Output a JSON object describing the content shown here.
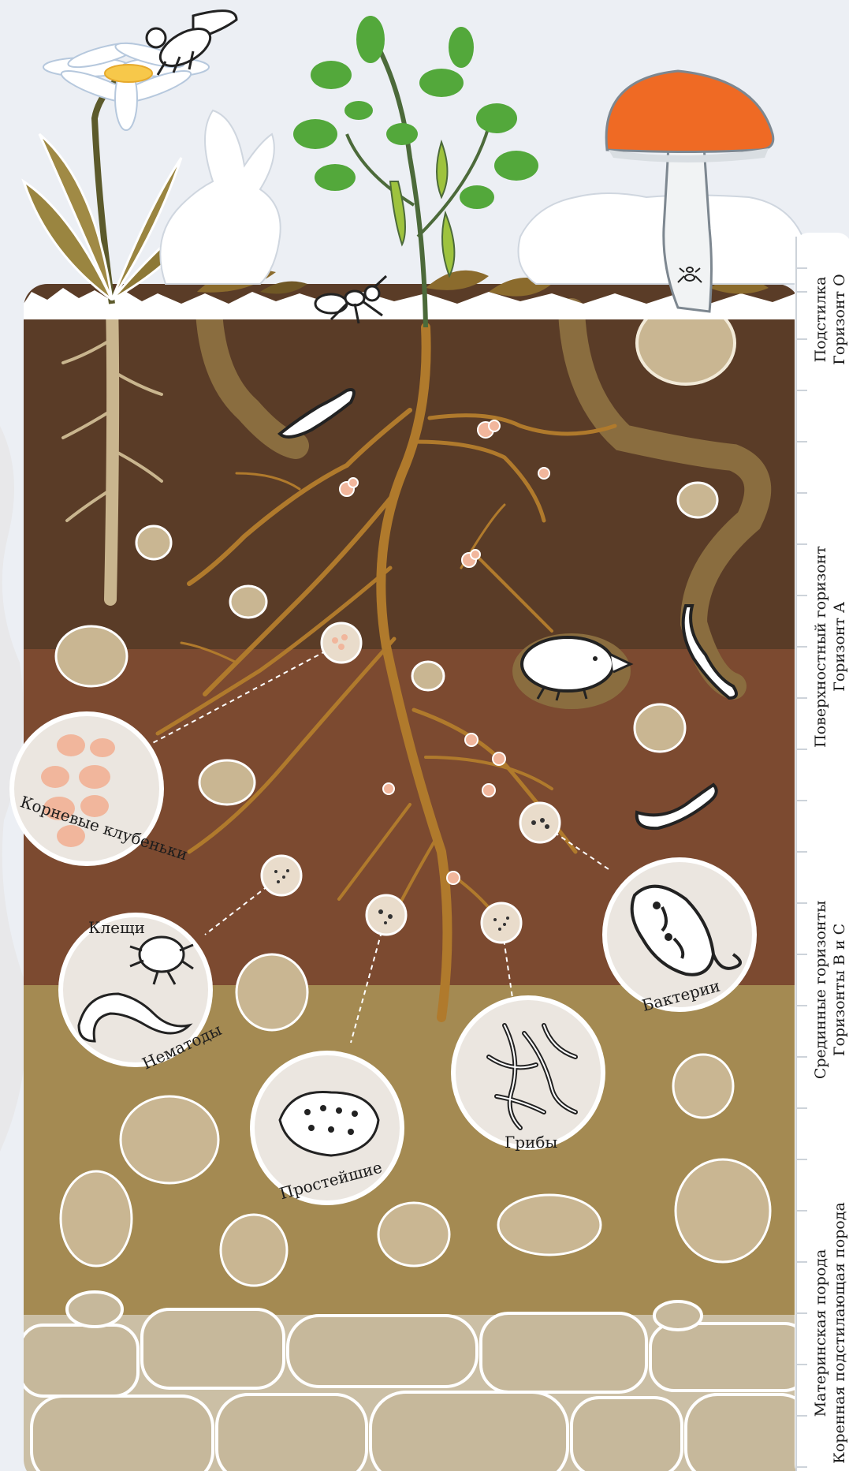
{
  "horizons": [
    {
      "line1": "Подстилка",
      "line2": "Горизонт O"
    },
    {
      "line1": "Поверхностный горизонт",
      "line2": "Горизонт A"
    },
    {
      "line1": "Срединные горизонты",
      "line2": "Горизонты B и C"
    },
    {
      "line1": "Материнская порода",
      "line2": "Коренная подстилающая порода"
    }
  ],
  "organisms": {
    "root_nodules": "Корневые клубеньки",
    "mites": "Клещи",
    "nematodes": "Нематоды",
    "protozoa": "Простейшие",
    "fungi": "Грибы",
    "bacteria": "Бактерии"
  },
  "colors": {
    "sky": "#eceff4",
    "litter": "#ffffff",
    "horizon_a": "#5a3c27",
    "horizon_b": "#7c4a30",
    "horizon_c": "#a48a52",
    "bedrock": "#cbbfa5",
    "root": "#b07a2c",
    "mushroom_cap": "#ef6a24"
  }
}
